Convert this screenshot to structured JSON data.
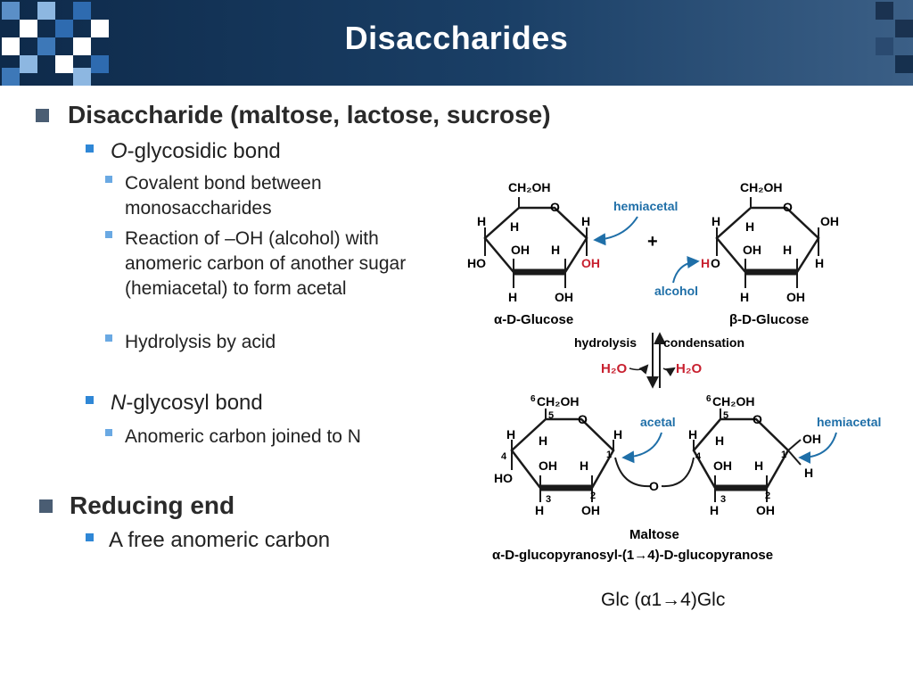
{
  "slide": {
    "title": "Disaccharides"
  },
  "bullets": {
    "disaccharide_heading": "Disaccharide (maltose, lactose, sucrose)",
    "o_glyco_italic": "O",
    "o_glyco_rest": "-glycosidic bond",
    "covalent": "Covalent bond between monosaccharides",
    "reaction": "Reaction of –OH (alcohol) with anomeric carbon of another sugar (hemiacetal) to form acetal",
    "hydrolysis": "Hydrolysis by acid",
    "n_glyco_italic": "N",
    "n_glyco_rest": "-glycosyl bond",
    "anomeric_n": "Anomeric carbon joined to N",
    "reducing_heading": "Reducing end",
    "free_anomeric": "A free anomeric carbon"
  },
  "diagram": {
    "ch2oh": "CH₂OH",
    "o": "O",
    "h": "H",
    "oh": "OH",
    "ho": "HO",
    "plus": "+",
    "hemiacetal": "hemiacetal",
    "alcohol": "alcohol",
    "acetal": "acetal",
    "alpha_glucose": "α-D-Glucose",
    "beta_glucose": "β-D-Glucose",
    "hydrolysis": "hydrolysis",
    "condensation": "condensation",
    "h2o": "H₂O",
    "c6ch2oh": "CH₂OH",
    "num_1": "1",
    "num_2": "2",
    "num_3": "3",
    "num_4": "4",
    "num_5": "5",
    "num_6": "6",
    "maltose": "Maltose",
    "maltose_full": "α-D-glucopyranosyl-(1→4)-D-glucopyranose",
    "colors": {
      "accent_blue": "#1f6fa8",
      "red": "#c8202f",
      "ring": "#1a1a1a"
    }
  },
  "glc_notation": "Glc (α1→4)Glc"
}
